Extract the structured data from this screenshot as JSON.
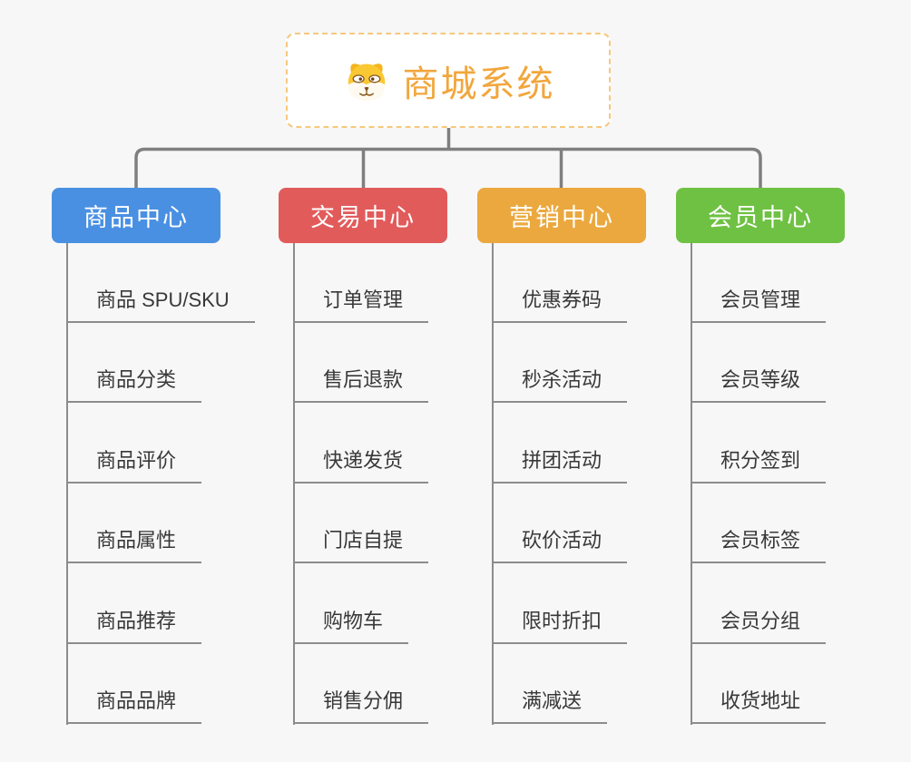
{
  "root": {
    "title": "商城系统",
    "icon": "dog-face-icon",
    "title_color": "#f2a63c",
    "border_color": "#f6c87d"
  },
  "branches": [
    {
      "label": "商品中心",
      "color": "#4a90e2",
      "children": [
        "商品 SPU/SKU",
        "商品分类",
        "商品评价",
        "商品属性",
        "商品推荐",
        "商品品牌"
      ]
    },
    {
      "label": "交易中心",
      "color": "#e25b5b",
      "children": [
        "订单管理",
        "售后退款",
        "快递发货",
        "门店自提",
        "购物车",
        "销售分佣"
      ]
    },
    {
      "label": "营销中心",
      "color": "#eba83e",
      "children": [
        "优惠券码",
        "秒杀活动",
        "拼团活动",
        "砍价活动",
        "限时折扣",
        "满减送"
      ]
    },
    {
      "label": "会员中心",
      "color": "#6fc143",
      "children": [
        "会员管理",
        "会员等级",
        "积分签到",
        "会员标签",
        "会员分组",
        "收货地址"
      ]
    }
  ],
  "colors": {
    "background": "#f7f7f7",
    "connector": "#7f7f7f",
    "child_line": "#8c8c8c",
    "child_text": "#383838"
  }
}
